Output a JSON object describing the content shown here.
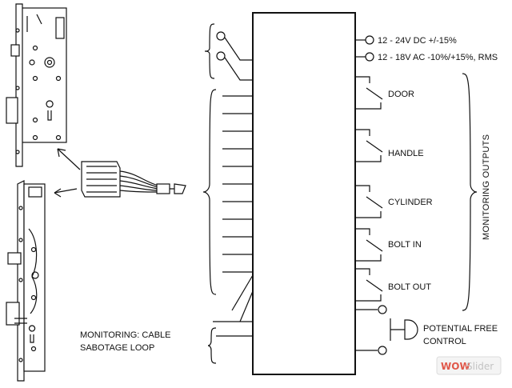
{
  "power": {
    "dc": "12 - 24V DC +/-15%",
    "ac": "12 - 18V AC -10%/+15%, RMS"
  },
  "outputs": [
    "DOOR",
    "HANDLE",
    "CYLINDER",
    "BOLT IN",
    "BOLT OUT"
  ],
  "monitoring_outputs_label": "MONITORING OUTPUTS",
  "potential_free": {
    "line1": "POTENTIAL FREE",
    "line2": "CONTROL"
  },
  "cable_sabotage": {
    "line1": "MONITORING: CABLE",
    "line2": "SABOTAGE LOOP"
  },
  "watermark": {
    "part1": "WOW",
    "part2": "Slider"
  }
}
